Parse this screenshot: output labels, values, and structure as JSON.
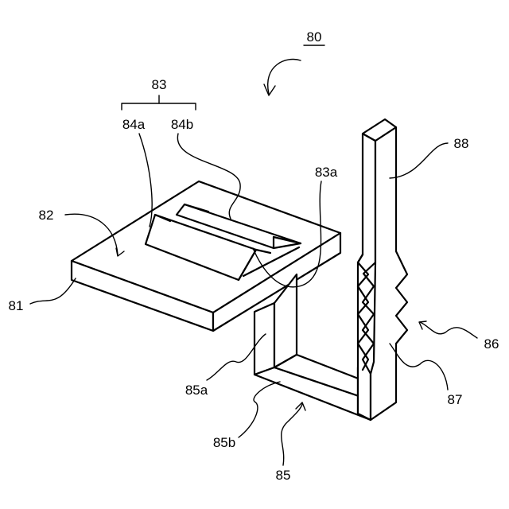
{
  "labels": {
    "assembly": "80",
    "base_plate": "81",
    "top_surface": "82",
    "guide": "83",
    "guide_groove": "83a",
    "rib_left": "84a",
    "rib_right": "84b",
    "hook": "85",
    "hook_riser": "85a",
    "hook_bottom": "85b",
    "arm_assembly": "86",
    "toothed_section": "87",
    "upright_arm": "88"
  }
}
